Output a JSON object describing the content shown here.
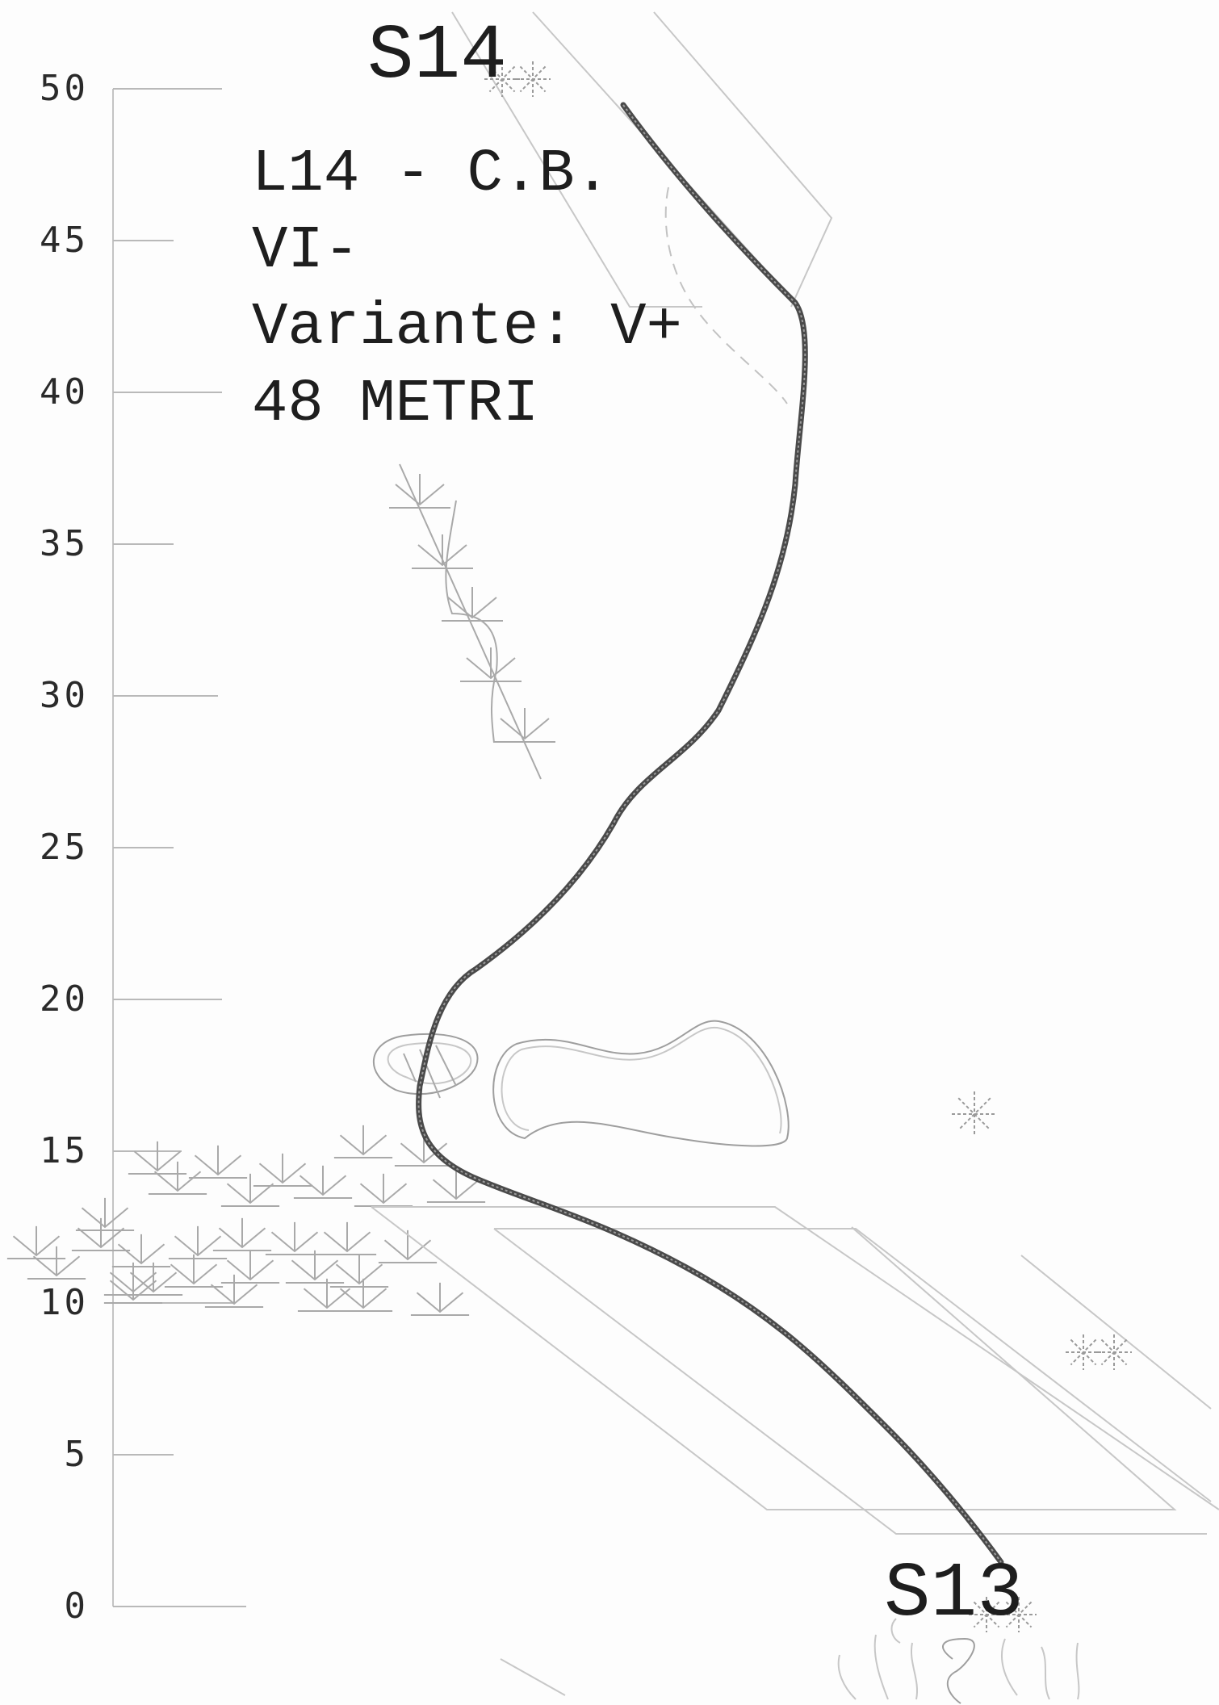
{
  "belay_top": "S14",
  "belay_bottom": "S13",
  "route_info": {
    "name": "L14 - C.B.",
    "grade": "VI-",
    "variant": "Variante: V+",
    "length": "48 METRI"
  },
  "height_scale": {
    "unit": "m",
    "ticks": [
      "0",
      "5",
      "10",
      "15",
      "20",
      "25",
      "30",
      "35",
      "40",
      "45",
      "50"
    ]
  },
  "symbols": {
    "belay": "belay-station-icon",
    "vegetation": "grass-tuft-icon",
    "loose_rock": "star-icon",
    "chimney": "slab-outline",
    "hold": "overhang-outline"
  },
  "colors": {
    "route_line": "#4a4a4a",
    "background": "#fdfdfd",
    "sketch": "#bdbdbd"
  }
}
